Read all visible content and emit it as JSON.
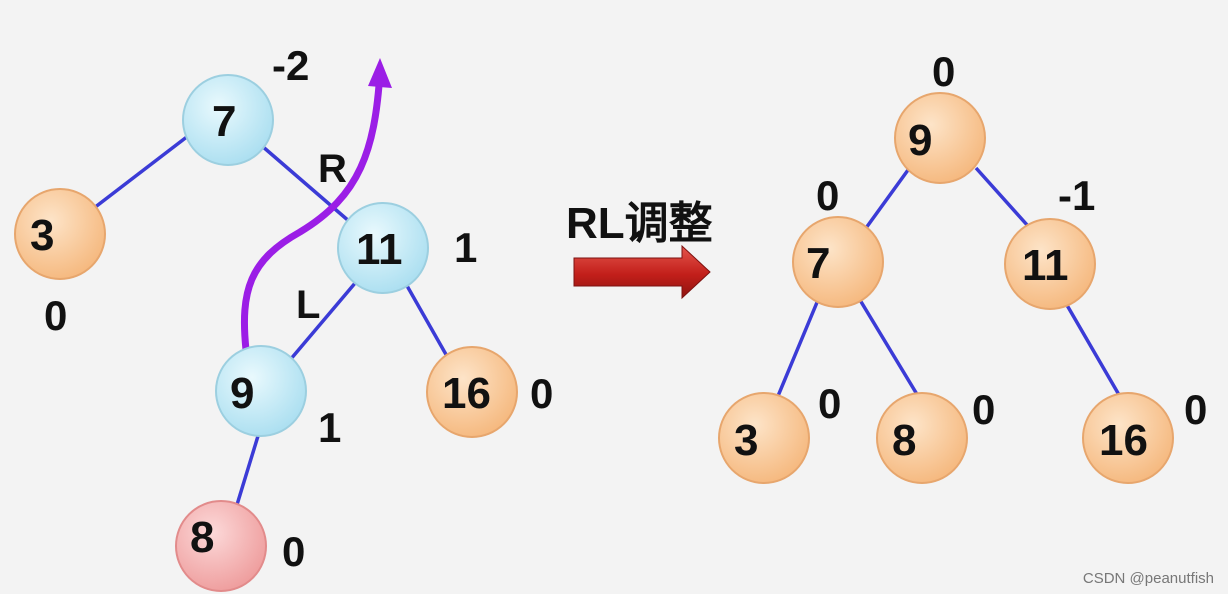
{
  "colors": {
    "blue_node": "#bfeaf7",
    "orange_node": "#fbcda0",
    "red_node": "#f6b6b6",
    "edge": "#3b3bd6",
    "path": "#9b1ee6",
    "arrow": "#c82a24"
  },
  "before": {
    "nodes": [
      {
        "id": "n7",
        "label": "7",
        "bf": "-2",
        "color": "blue"
      },
      {
        "id": "n3",
        "label": "3",
        "bf": "0",
        "color": "orange"
      },
      {
        "id": "n11",
        "label": "11",
        "bf": "1",
        "color": "blue"
      },
      {
        "id": "n9",
        "label": "9",
        "bf": "1",
        "color": "blue"
      },
      {
        "id": "n16",
        "label": "16",
        "bf": "0",
        "color": "orange"
      },
      {
        "id": "n8",
        "label": "8",
        "bf": "0",
        "color": "red"
      }
    ],
    "edges": [
      [
        "n7",
        "n3"
      ],
      [
        "n7",
        "n11"
      ],
      [
        "n11",
        "n9"
      ],
      [
        "n11",
        "n16"
      ],
      [
        "n9",
        "n8"
      ]
    ],
    "edge_labels": {
      "r": "R",
      "l": "L"
    }
  },
  "transform_label": "RL调整",
  "after": {
    "nodes": [
      {
        "id": "m9",
        "label": "9",
        "bf": "0",
        "color": "orange"
      },
      {
        "id": "m7",
        "label": "7",
        "bf": "0",
        "color": "orange"
      },
      {
        "id": "m11",
        "label": "11",
        "bf": "-1",
        "color": "orange"
      },
      {
        "id": "m3",
        "label": "3",
        "bf": "0",
        "color": "orange"
      },
      {
        "id": "m8",
        "label": "8",
        "bf": "0",
        "color": "orange"
      },
      {
        "id": "m16",
        "label": "16",
        "bf": "0",
        "color": "orange"
      }
    ],
    "edges": [
      [
        "m9",
        "m7"
      ],
      [
        "m9",
        "m11"
      ],
      [
        "m7",
        "m3"
      ],
      [
        "m7",
        "m8"
      ],
      [
        "m11",
        "m16"
      ]
    ]
  },
  "watermark": "CSDN @peanutfish"
}
